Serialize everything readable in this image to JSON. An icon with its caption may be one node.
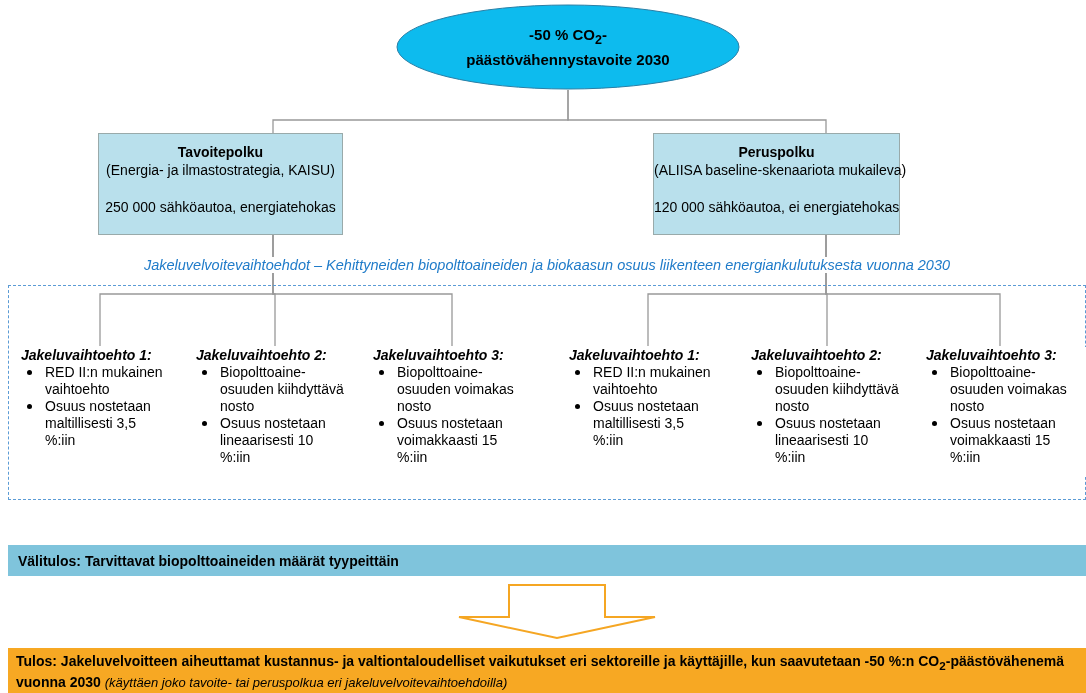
{
  "diagram": {
    "nodes": [
      {
        "text": [
          "-50 % CO$_{2}$- päästövähennystavoite 2030"
        ]
      },
      {
        "text": [
          "Tavoitepolku",
          "(Energia- ja ilmastostrategia, KAISU)",
          "250 000 sähköautoa, energiatehokas"
        ]
      },
      {
        "text": [
          "Peruspolku",
          "(ALIISA baseline-skenaariota mukaileva)",
          "120 000 sähköautoa, ei energiatehokas"
        ]
      },
      {
        "text": [
          "Jakeluvelvoitevaihtoehdot – Kehittyneiden biopolttoaineiden ja biokaasun osuus liikenteen energiankulutuksesta vuonna 2030"
        ]
      },
      {
        "text": [
          "Jakeluvaihtoehto 1:",
          "RED II:n mukainen vaihtoehto",
          "Osuus nostetaan maltillisesti 3,5 %:iin"
        ],
        "in": 3
      },
      {
        "text": [
          "Jakeluvaihtoehto 2:",
          "Biopolttoaine- osuuden kiihdyttävä nosto",
          "Osuus nostetaan lineaarisesti 10 %:iin"
        ],
        "in": 3
      },
      {
        "text": [
          "Jakeluvaihtoehto 3:",
          "Biopolttoaine- osuuden voimakas nosto",
          "Osuus nostetaan voimakkaasti 15 %:iin"
        ],
        "in": 3
      },
      {
        "text": [
          "Jakeluvaihtoehto 1:",
          "RED II:n mukainen vaihtoehto",
          "Osuus nostetaan maltillisesti 3,5 %:iin"
        ],
        "in": 3
      },
      {
        "text": [
          "Jakeluvaihtoehto 2:",
          "Biopolttoaine- osuuden kiihdyttävä nosto",
          "Osuus nostetaan lineaarisesti 10 %:iin"
        ],
        "in": 3
      },
      {
        "text": [
          "Jakeluvaihtoehto 3:",
          "Biopolttoaine- osuuden voimakas nosto",
          "Osuus nostetaan voimakkaasti 15 %:iin"
        ],
        "in": 3
      },
      {
        "text": [
          "Välitulos: Tarvittavat biopolttoaineiden määrät  tyypeittäin"
        ]
      },
      {
        "text": [
          "**Tulos: Jakeluvelvoitteen aiheuttamat kustannus- ja valtiontaloudelliset vaikutukset eri sektoreille ja käyttäjille, kun saavutetaan -50 %:n CO$_{2}$-päästövähenemä vuonna 2030** *(käyttäen joko tavoite- tai peruspolkua eri jakeluvelvoitevaihtoehdoilla)*"
        ]
      }
    ],
    "edges": [
      {
        "from": 0,
        "to": 1,
        "arrow": "none"
      },
      {
        "from": 0,
        "to": 2,
        "arrow": "none"
      },
      {
        "from": 1,
        "to": 4,
        "arrow": "none"
      },
      {
        "from": 1,
        "to": 5,
        "arrow": "none"
      },
      {
        "from": 1,
        "to": 6,
        "arrow": "none"
      },
      {
        "from": 2,
        "to": 7,
        "arrow": "none"
      },
      {
        "from": 2,
        "to": 8,
        "arrow": "none"
      },
      {
        "from": 2,
        "to": 9,
        "arrow": "none"
      },
      {
        "from": 10,
        "to": 11,
        "arrow": "to",
        "style": "thick",
        "color": "#f5a623"
      }
    ]
  }
}
